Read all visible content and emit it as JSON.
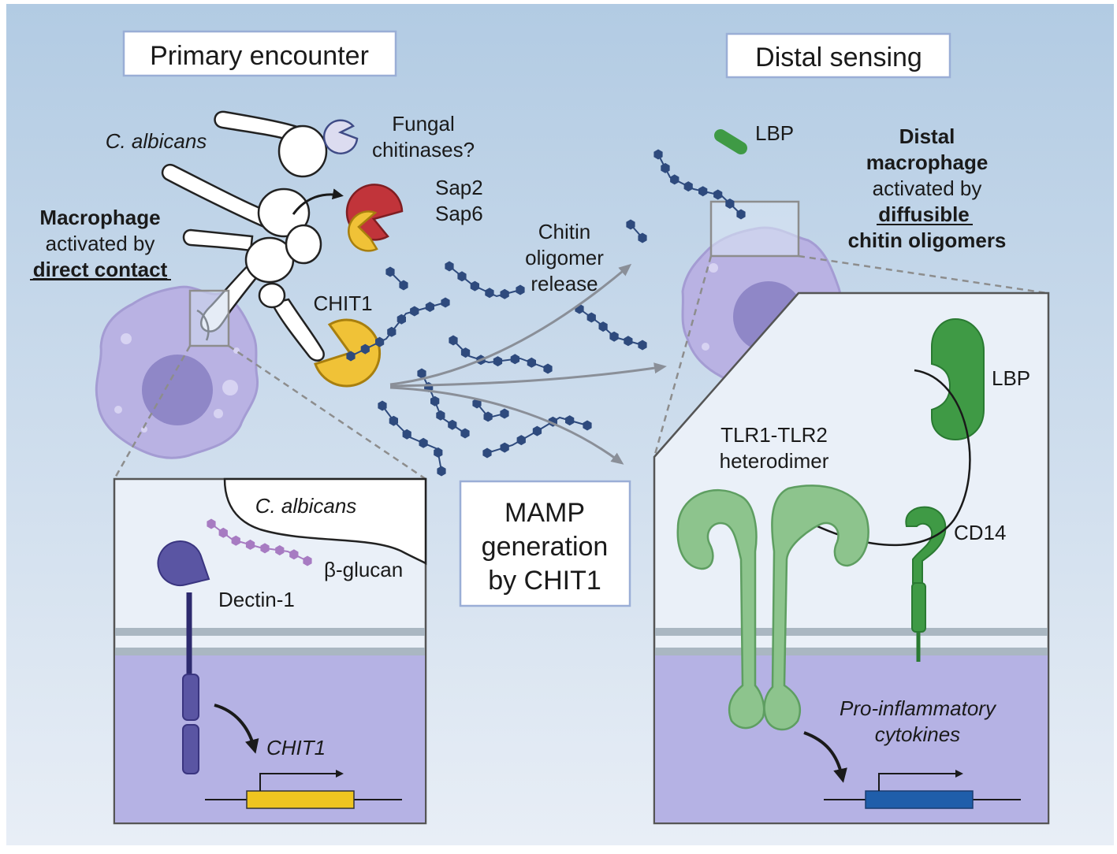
{
  "headers": {
    "left": "Primary encounter",
    "right": "Distal sensing"
  },
  "left": {
    "organism": "C. albicans",
    "fungal_chitinases": [
      "Fungal",
      "chitinases?"
    ],
    "proteases": [
      "Sap2",
      "Sap6"
    ],
    "chit1": "CHIT1",
    "macrophage": {
      "line1": "Macrophage",
      "line2": "activated by",
      "line3": "direct contact"
    }
  },
  "middle": {
    "release": [
      "Chitin",
      "oligomer",
      "release"
    ],
    "mamp": [
      "MAMP",
      "generation",
      "by CHIT1"
    ]
  },
  "right": {
    "lbp": "LBP",
    "macrophage": {
      "line1": "Distal",
      "line2": "macrophage",
      "line3": "activated by",
      "line4": "diffusible",
      "line5": "chitin oligomers"
    }
  },
  "inset_left": {
    "organism": "C. albicans",
    "ligand": "β-glucan",
    "receptor": "Dectin-1",
    "gene": "CHIT1"
  },
  "inset_right": {
    "receptor": [
      "TLR1-TLR2",
      "heterodimer"
    ],
    "lbp": "LBP",
    "cd14": "CD14",
    "output": [
      "Pro-inflammatory",
      "cytokines"
    ]
  },
  "colors": {
    "background_top": "#b2cbe3",
    "background_bottom": "#e7edf6",
    "macrophage": "#b9b2e3",
    "nucleus": "#8f87c7",
    "chit1": "#f0c237",
    "sap": "#c1343a",
    "chitin_bead": "#2e4a7d",
    "glucan_bead": "#a77bc2",
    "dectin": "#5a55a3",
    "lbp": "#3f9a45",
    "tlr": "#8dc48d",
    "gene_chit1": "#efc520",
    "gene_cytokine": "#1f5eaa",
    "cytoplasm": "#b5b2e4"
  }
}
